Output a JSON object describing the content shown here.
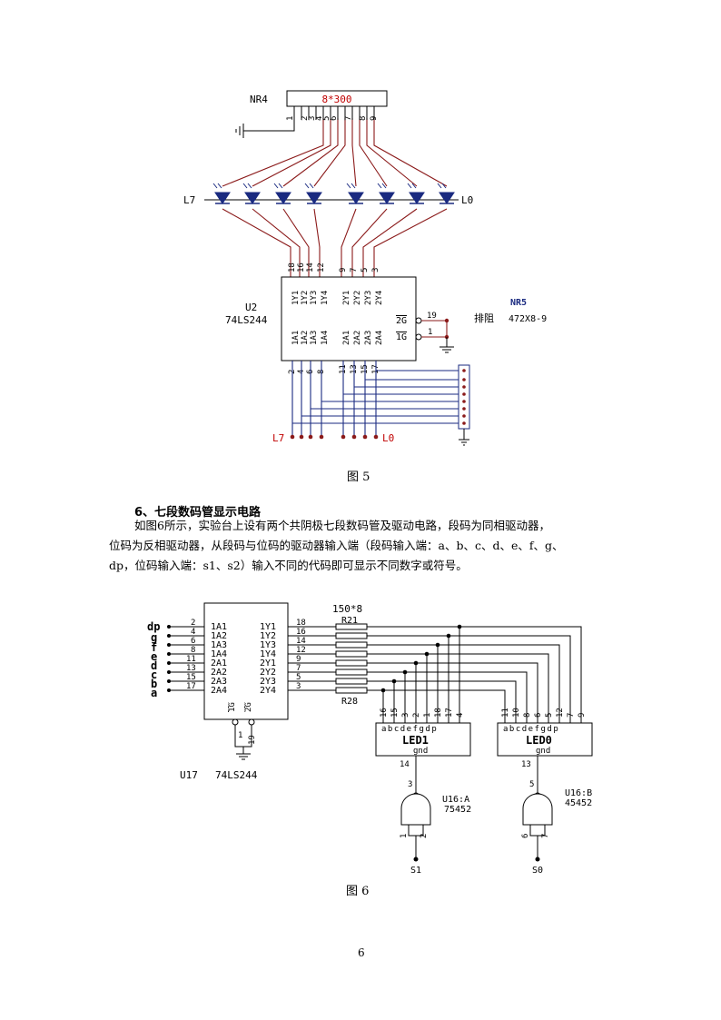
{
  "fig5": {
    "caption": "图 5",
    "resistor_ref": "NR4",
    "resistor_value": "8*300",
    "resistor_pins": [
      "1",
      "2",
      "3",
      "4",
      "5",
      "6",
      "7",
      "8",
      "9"
    ],
    "led_left": "L7",
    "led_right": "L0",
    "chip_ref": "U2",
    "chip_type": "74LS244",
    "top_pins": [
      "18",
      "16",
      "14",
      "12",
      "9",
      "7",
      "5",
      "3"
    ],
    "y_labels": [
      "1Y1",
      "1Y2",
      "1Y3",
      "1Y4",
      "2Y1",
      "2Y2",
      "2Y3",
      "2Y4"
    ],
    "a_labels": [
      "1A1",
      "1A2",
      "1A3",
      "1A4",
      "2A1",
      "2A2",
      "2A3",
      "2A4"
    ],
    "bottom_pins": [
      "2",
      "4",
      "6",
      "8",
      "11",
      "13",
      "15",
      "17"
    ],
    "oe2": "2G",
    "oe1": "1G",
    "pin19": "19",
    "pin1": "1",
    "nr5_ref": "NR5",
    "nr5_name": "排阻",
    "nr5_value": "472X8-9",
    "in_left": "L7",
    "in_right": "L0"
  },
  "section": {
    "heading": "6、七段数码管显示电路",
    "line1": "如图6所示，实验台上设有两个共阴极七段数码管及驱动电路，段码为同相驱动器，",
    "line2": "位码为反相驱动器，从段码与位码的驱动器输入端（段码输入端：a、b、c、d、e、f、g、",
    "line3": "dp，位码输入端：s1、s2）输入不同的代码即可显示不同数字或符号。"
  },
  "fig6": {
    "caption": "图 6",
    "inputs": [
      "dp",
      "g",
      "f",
      "e",
      "d",
      "c",
      "b",
      "a"
    ],
    "in_pins": [
      "2",
      "4",
      "6",
      "8",
      "11",
      "13",
      "15",
      "17"
    ],
    "a_labels": [
      "1A1",
      "1A2",
      "1A3",
      "1A4",
      "2A1",
      "2A2",
      "2A3",
      "2A4"
    ],
    "y_labels": [
      "1Y1",
      "1Y2",
      "1Y3",
      "1Y4",
      "2Y1",
      "2Y2",
      "2Y3",
      "2Y4"
    ],
    "out_pins": [
      "18",
      "16",
      "14",
      "12",
      "9",
      "7",
      "5",
      "3"
    ],
    "oe1": "1G",
    "oe2": "2G",
    "pin19": "19",
    "pin1": "1",
    "chip_ref": "U17",
    "chip_type": "74LS244",
    "res_value": "150*8",
    "res_first": "R21",
    "res_last": "R28",
    "led1_pins": [
      "16",
      "15",
      "3",
      "2",
      "1",
      "18",
      "17",
      "4"
    ],
    "led0_pins": [
      "11",
      "10",
      "8",
      "6",
      "5",
      "12",
      "7",
      "9"
    ],
    "seg_labels": "abcdefgdp",
    "led1_name": "LED1",
    "led0_name": "LED0",
    "gnd": "gnd",
    "led1_gnd_pin": "14",
    "led0_gnd_pin": "13",
    "gateA_out_pin": "3",
    "gateB_out_pin": "5",
    "gateA_ref": "U16:A",
    "gateA_type": "75452",
    "gateB_ref": "U16:B",
    "gateB_type": "45452",
    "gateA_in1": "1",
    "gateA_in2": "2",
    "gateB_in1": "6",
    "gateB_in2": "7",
    "s1": "S1",
    "s0": "S0"
  },
  "page_number": "6"
}
